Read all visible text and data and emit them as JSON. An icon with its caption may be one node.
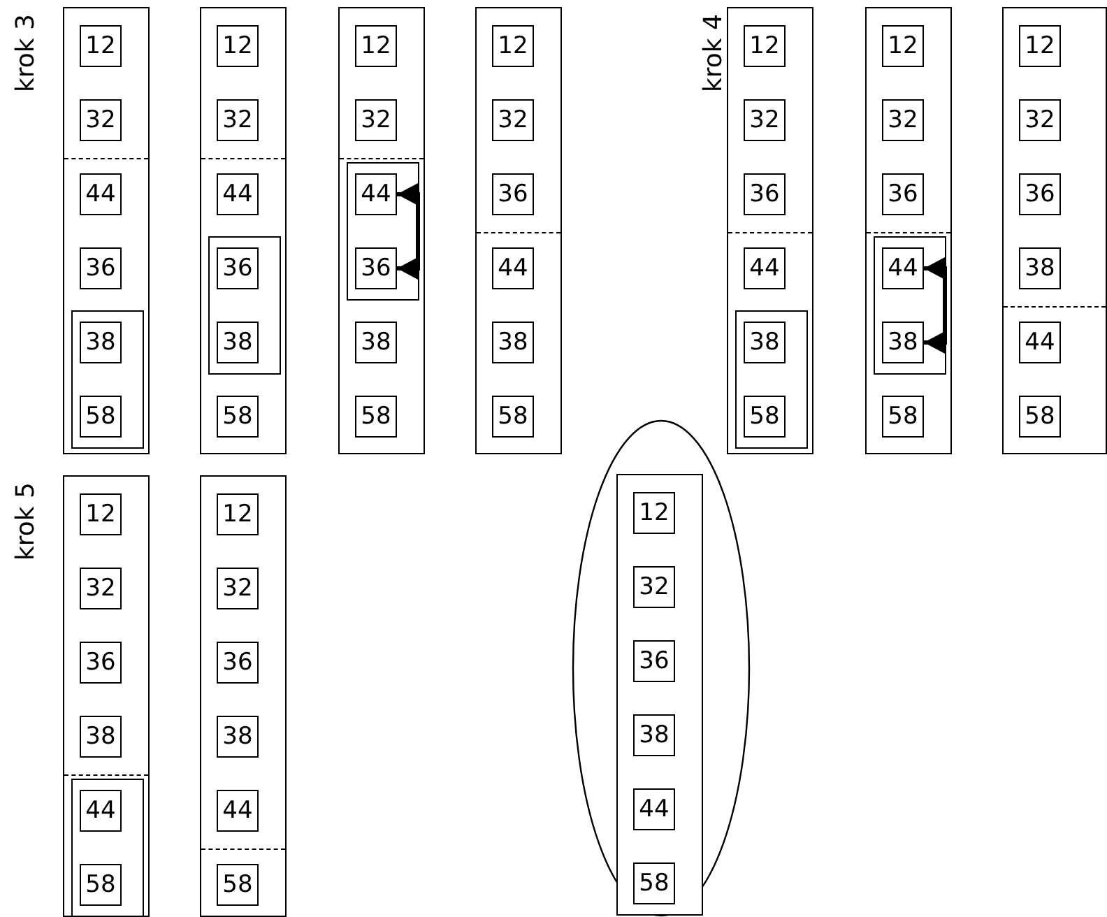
{
  "diagram": {
    "nodes": [
      {
        "text": [],
        "shape": "bar"
      },
      {
        "text": [
          "12"
        ],
        "in": 0
      },
      {
        "text": [
          "32"
        ],
        "in": 0
      },
      {
        "text": [
          "44"
        ],
        "in": 0
      },
      {
        "text": [
          "36"
        ],
        "in": 0
      },
      {
        "text": [],
        "shape": "box",
        "in": 0
      },
      {
        "text": [
          "38"
        ],
        "in": 5
      },
      {
        "text": [
          "58"
        ],
        "in": 5
      },
      {
        "text": [],
        "shape": "bar"
      },
      {
        "text": [
          "12"
        ],
        "in": 8
      },
      {
        "text": [
          "32"
        ],
        "in": 8
      },
      {
        "text": [
          "44"
        ],
        "in": 8
      },
      {
        "text": [],
        "shape": "box",
        "in": 8
      },
      {
        "text": [
          "36"
        ],
        "in": 12
      },
      {
        "text": [
          "38"
        ],
        "in": 12
      },
      {
        "text": [
          "58"
        ],
        "in": 8
      },
      {
        "text": [],
        "shape": "bar"
      },
      {
        "text": [
          "12"
        ],
        "in": 16
      },
      {
        "text": [
          "32"
        ],
        "in": 16
      },
      {
        "text": [],
        "shape": "box",
        "in": 16
      },
      {
        "text": [
          "44"
        ],
        "in": 19
      },
      {
        "text": [
          "36"
        ],
        "in": 19
      },
      {
        "text": [
          "38"
        ],
        "in": 16
      },
      {
        "text": [
          "58"
        ],
        "in": 16
      },
      {
        "text": [],
        "shape": "bar"
      },
      {
        "text": [
          "12"
        ],
        "in": 24
      },
      {
        "text": [
          "32"
        ],
        "in": 24
      },
      {
        "text": [
          "36"
        ],
        "in": 24
      },
      {
        "text": [
          "44"
        ],
        "in": 24
      },
      {
        "text": [
          "38"
        ],
        "in": 24
      },
      {
        "text": [
          "58"
        ],
        "in": 24
      },
      {
        "text": [],
        "shape": "bar"
      },
      {
        "text": [
          "12"
        ],
        "in": 31
      },
      {
        "text": [
          "32"
        ],
        "in": 31
      },
      {
        "text": [
          "36"
        ],
        "in": 31
      },
      {
        "text": [
          "44"
        ],
        "in": 31
      },
      {
        "text": [],
        "shape": "box",
        "in": 31
      },
      {
        "text": [
          "38"
        ],
        "in": 36
      },
      {
        "text": [
          "58"
        ],
        "in": 36
      },
      {
        "text": [],
        "shape": "bar"
      },
      {
        "text": [
          "12"
        ],
        "in": 39
      },
      {
        "text": [
          "32"
        ],
        "in": 39
      },
      {
        "text": [
          "36"
        ],
        "in": 39
      },
      {
        "text": [],
        "shape": "box",
        "in": 39
      },
      {
        "text": [
          "44"
        ],
        "in": 43
      },
      {
        "text": [
          "38"
        ],
        "in": 43
      },
      {
        "text": [
          "58"
        ],
        "in": 39
      },
      {
        "text": [],
        "shape": "bar"
      },
      {
        "text": [
          "12"
        ],
        "in": 47
      },
      {
        "text": [
          "32"
        ],
        "in": 47
      },
      {
        "text": [
          "36"
        ],
        "in": 47
      },
      {
        "text": [
          "38"
        ],
        "in": 47
      },
      {
        "text": [
          "44"
        ],
        "in": 47
      },
      {
        "text": [
          "58"
        ],
        "in": 47
      },
      {
        "text": [],
        "shape": "bar"
      },
      {
        "text": [
          "12"
        ],
        "in": 54
      },
      {
        "text": [
          "32"
        ],
        "in": 54
      },
      {
        "text": [
          "36"
        ],
        "in": 54
      },
      {
        "text": [
          "38"
        ],
        "in": 54
      },
      {
        "text": [],
        "shape": "box",
        "in": 54
      },
      {
        "text": [
          "44"
        ],
        "in": 59
      },
      {
        "text": [
          "58"
        ],
        "in": 59
      },
      {
        "text": [],
        "shape": "bar"
      },
      {
        "text": [
          "12"
        ],
        "in": 62
      },
      {
        "text": [
          "32"
        ],
        "in": 62
      },
      {
        "text": [
          "36"
        ],
        "in": 62
      },
      {
        "text": [
          "38"
        ],
        "in": 62
      },
      {
        "text": [
          "44"
        ],
        "in": 62
      },
      {
        "text": [
          "58"
        ],
        "in": 62
      },
      {
        "text": [],
        "shape": "ellipse"
      },
      {
        "text": [],
        "shape": "bar",
        "in": 69
      },
      {
        "text": [
          "12"
        ],
        "in": 70
      },
      {
        "text": [
          "32"
        ],
        "in": 70
      },
      {
        "text": [
          "36"
        ],
        "in": 70
      },
      {
        "text": [
          "38"
        ],
        "in": 70
      },
      {
        "text": [
          "44"
        ],
        "in": 70
      },
      {
        "text": [
          "58"
        ],
        "in": 70
      }
    ],
    "edges": [
      {
        "from": 20,
        "to": 21,
        "arrow": "both"
      },
      {
        "from": 44,
        "to": 45,
        "arrow": "both"
      }
    ],
    "labels": [
      "krok 3",
      "krok 4",
      "krok 5"
    ]
  }
}
